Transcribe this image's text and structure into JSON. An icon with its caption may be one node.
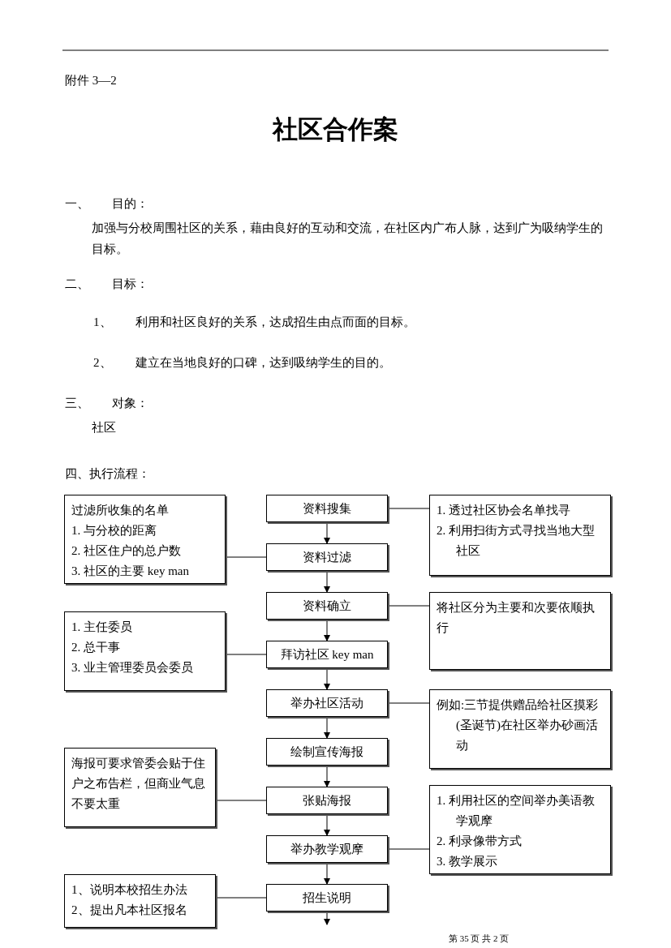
{
  "diagram": {
    "title": "社区合作案",
    "nodes": [
      {
        "text": [
          "过滤所收集的名单",
          "1. 与分校的距离",
          "2. 社区住户的总户数",
          "3. 社区的主要 key man"
        ]
      },
      {
        "text": [
          "资料搜集"
        ]
      },
      {
        "text": [
          "1. 透过社区协会名单找寻",
          "2. 利用扫街方式寻找当地大型社区"
        ]
      },
      {
        "text": [
          "资料过滤"
        ]
      },
      {
        "text": [
          "资料确立"
        ]
      },
      {
        "text": [
          "将社区分为主要和次要依顺执行"
        ]
      },
      {
        "text": [
          "1. 主任委员",
          "2. 总干事",
          "3. 业主管理委员会委员"
        ]
      },
      {
        "text": [
          "拜访社区 key man"
        ]
      },
      {
        "text": [
          "举办社区活动"
        ]
      },
      {
        "text": [
          "例如:三节提供赠品给社区摸彩(圣诞节)在社区举办砂画活动"
        ]
      },
      {
        "text": [
          "绘制宣传海报"
        ]
      },
      {
        "text": [
          "海报可要求管委会贴于住户之布告栏，但商业气息不要太重"
        ]
      },
      {
        "text": [
          "张贴海报"
        ]
      },
      {
        "text": [
          "1. 利用社区的空间举办美语教学观摩",
          "2. 利录像带方式",
          "3. 教学展示"
        ]
      },
      {
        "text": [
          "举办教学观摩"
        ]
      },
      {
        "text": [
          "1、说明本校招生办法",
          "2、提出凡本社区报名"
        ]
      },
      {
        "text": [
          "招生说明"
        ]
      }
    ],
    "edges": [
      {
        "from": 1,
        "to": 3,
        "arrow": "to"
      },
      {
        "from": 3,
        "to": 4,
        "arrow": "to"
      },
      {
        "from": 4,
        "to": 7,
        "arrow": "to"
      },
      {
        "from": 7,
        "to": 8,
        "arrow": "to"
      },
      {
        "from": 8,
        "to": 10,
        "arrow": "to"
      },
      {
        "from": 10,
        "to": 12,
        "arrow": "to"
      },
      {
        "from": 12,
        "to": 14,
        "arrow": "to"
      },
      {
        "from": 14,
        "to": 16,
        "arrow": "to"
      },
      {
        "from": 16,
        "to": null,
        "arrow": "to"
      },
      {
        "from": 1,
        "to": 2,
        "arrow": "none"
      },
      {
        "from": 0,
        "to": 3,
        "arrow": "none"
      },
      {
        "from": 4,
        "to": 5,
        "arrow": "none"
      },
      {
        "from": 6,
        "to": 7,
        "arrow": "none"
      },
      {
        "from": 8,
        "to": 9,
        "arrow": "none"
      },
      {
        "from": 11,
        "to": 12,
        "arrow": "none"
      },
      {
        "from": 13,
        "to": 14,
        "arrow": "none"
      },
      {
        "from": 15,
        "to": 16,
        "arrow": "none"
      }
    ],
    "labels": [
      "附件 3—2",
      "一、",
      "目的：",
      "加强与分校周围社区的关系，藉由良好的互动和交流，在社区内广布人脉，达到广为吸纳学生的目标。",
      "二、",
      "目标：",
      "1、",
      "利用和社区良好的关系，达成招生由点而面的目标。",
      "2、",
      "建立在当地良好的口碑，达到吸纳学生的目的。",
      "三、",
      "对象：",
      "社区",
      "四、执行流程：",
      "第 35 页 共 2 页"
    ]
  }
}
